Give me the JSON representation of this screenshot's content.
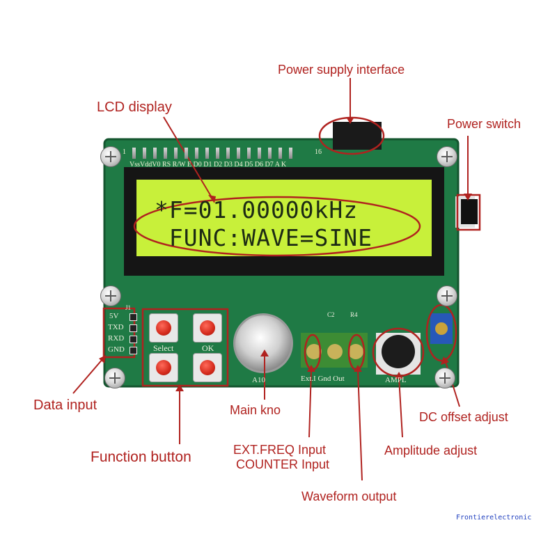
{
  "callouts": {
    "power_supply": "Power supply interface",
    "lcd_display": "LCD display",
    "power_switch": "Power switch",
    "data_input": "Data input",
    "function_button": "Function button",
    "main_knob": "Main kno",
    "ext_freq_line1": "EXT.FREQ Input",
    "ext_freq_line2": "COUNTER Input",
    "waveform_output": "Waveform output",
    "amplitude_adjust": "Amplitude adjust",
    "dc_offset_adjust": "DC offset adjust"
  },
  "lcd": {
    "line1": "*F=01.00000kHz",
    "line2": " FUNC:WAVE=SINE"
  },
  "board": {
    "header_pins": "VssVddV0 RS R/W E D0 D1 D2 D3 D4 D5 D6 D7 A K",
    "header_num_start": "1",
    "header_num_end": "16",
    "uart_labels": [
      "5V",
      "TXD",
      "RXD",
      "GND"
    ],
    "uart_ref": "J1",
    "select_label": "Select",
    "ok_label": "OK",
    "knob_label": "A10",
    "terminal_label": "Ext.I Gnd Out",
    "amp_label": "AMPL",
    "r_labels": [
      "C2",
      "R4"
    ]
  },
  "watermark": "Frontierelectronic",
  "colors": {
    "callout": "#b0221f",
    "pcb": "#1f7a45",
    "lcd": "#c8f03a"
  }
}
